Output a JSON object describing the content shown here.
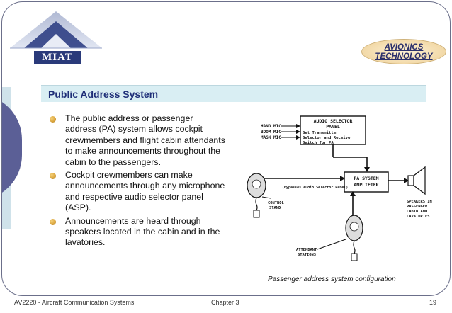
{
  "logo": {
    "text": "MIAT"
  },
  "badge": {
    "line1": "AVIONICS",
    "line2": "TECHNOLOGY"
  },
  "title": "Public Address System",
  "bullets": [
    "The public address or passenger address (PA) system allows cockpit crewmembers and flight cabin attendants to make announcements throughout the cabin to the passengers.",
    "Cockpit crewmembers can make announcements through any microphone and respective audio selector panel (ASP).",
    "Announcements are heard through speakers located in the cabin and in the lavatories."
  ],
  "diagram": {
    "inputs": [
      "HAND MIC",
      "BOOM MIC",
      "MASK MIC"
    ],
    "audio_selector_title": [
      "AUDIO SELECTOR",
      "PANEL"
    ],
    "audio_selector_desc": [
      "Set Transmitter",
      "Selector and Receiver",
      "Switch for PA"
    ],
    "amplifier": [
      "PA SYSTEM",
      "AMPLIFIER"
    ],
    "bypass_note": "(Bypasses Audio Selector Panel)",
    "control_stand": [
      "CONTROL",
      "STAND"
    ],
    "attendant_stations": [
      "ATTENDANT",
      "STATIONS"
    ],
    "speakers": [
      "SPEAKERS IN",
      "PASSENGER",
      "CABIN AND",
      "LAVATORIES"
    ]
  },
  "caption": "Passenger address system configuration",
  "footer": {
    "course": "AV2220 - Aircraft Communication Systems",
    "chapter": "Chapter 3",
    "page": "19"
  }
}
